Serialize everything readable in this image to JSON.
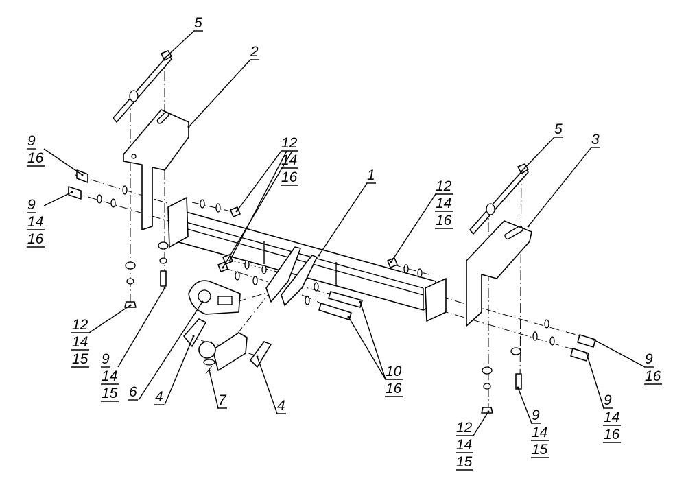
{
  "diagram": {
    "type": "exploded assembly drawing",
    "line_color": "#000000",
    "background": "#ffffff",
    "callouts": [
      {
        "part": "plate",
        "lines": [
          "5"
        ]
      },
      {
        "part": "left-bracket",
        "lines": [
          "2"
        ]
      },
      {
        "part": "bolt",
        "lines": [
          "9",
          "16"
        ]
      },
      {
        "part": "bolt",
        "lines": [
          "9",
          "14",
          "16"
        ]
      },
      {
        "part": "nuts",
        "lines": [
          "12",
          "14",
          "16"
        ]
      },
      {
        "part": "crossbeam",
        "lines": [
          "1"
        ]
      },
      {
        "part": "nut",
        "lines": [
          "12",
          "14",
          "16"
        ]
      },
      {
        "part": "plate",
        "lines": [
          "5"
        ]
      },
      {
        "part": "right-bracket",
        "lines": [
          "3"
        ]
      },
      {
        "part": "nut",
        "lines": [
          "12",
          "14",
          "15"
        ]
      },
      {
        "part": "bolt",
        "lines": [
          "9",
          "14",
          "15"
        ]
      },
      {
        "part": "socket-plate",
        "lines": [
          "6"
        ]
      },
      {
        "part": "side-plate",
        "lines": [
          "4"
        ]
      },
      {
        "part": "tow-ball",
        "lines": [
          "7"
        ]
      },
      {
        "part": "side-plate",
        "lines": [
          "4"
        ]
      },
      {
        "part": "bolts",
        "lines": [
          "10",
          "16"
        ]
      },
      {
        "part": "bolt",
        "lines": [
          "9",
          "16"
        ]
      },
      {
        "part": "bolt",
        "lines": [
          "9",
          "14",
          "16"
        ]
      },
      {
        "part": "nut",
        "lines": [
          "12",
          "14",
          "15"
        ]
      },
      {
        "part": "bolt",
        "lines": [
          "9",
          "14",
          "15"
        ]
      }
    ]
  }
}
